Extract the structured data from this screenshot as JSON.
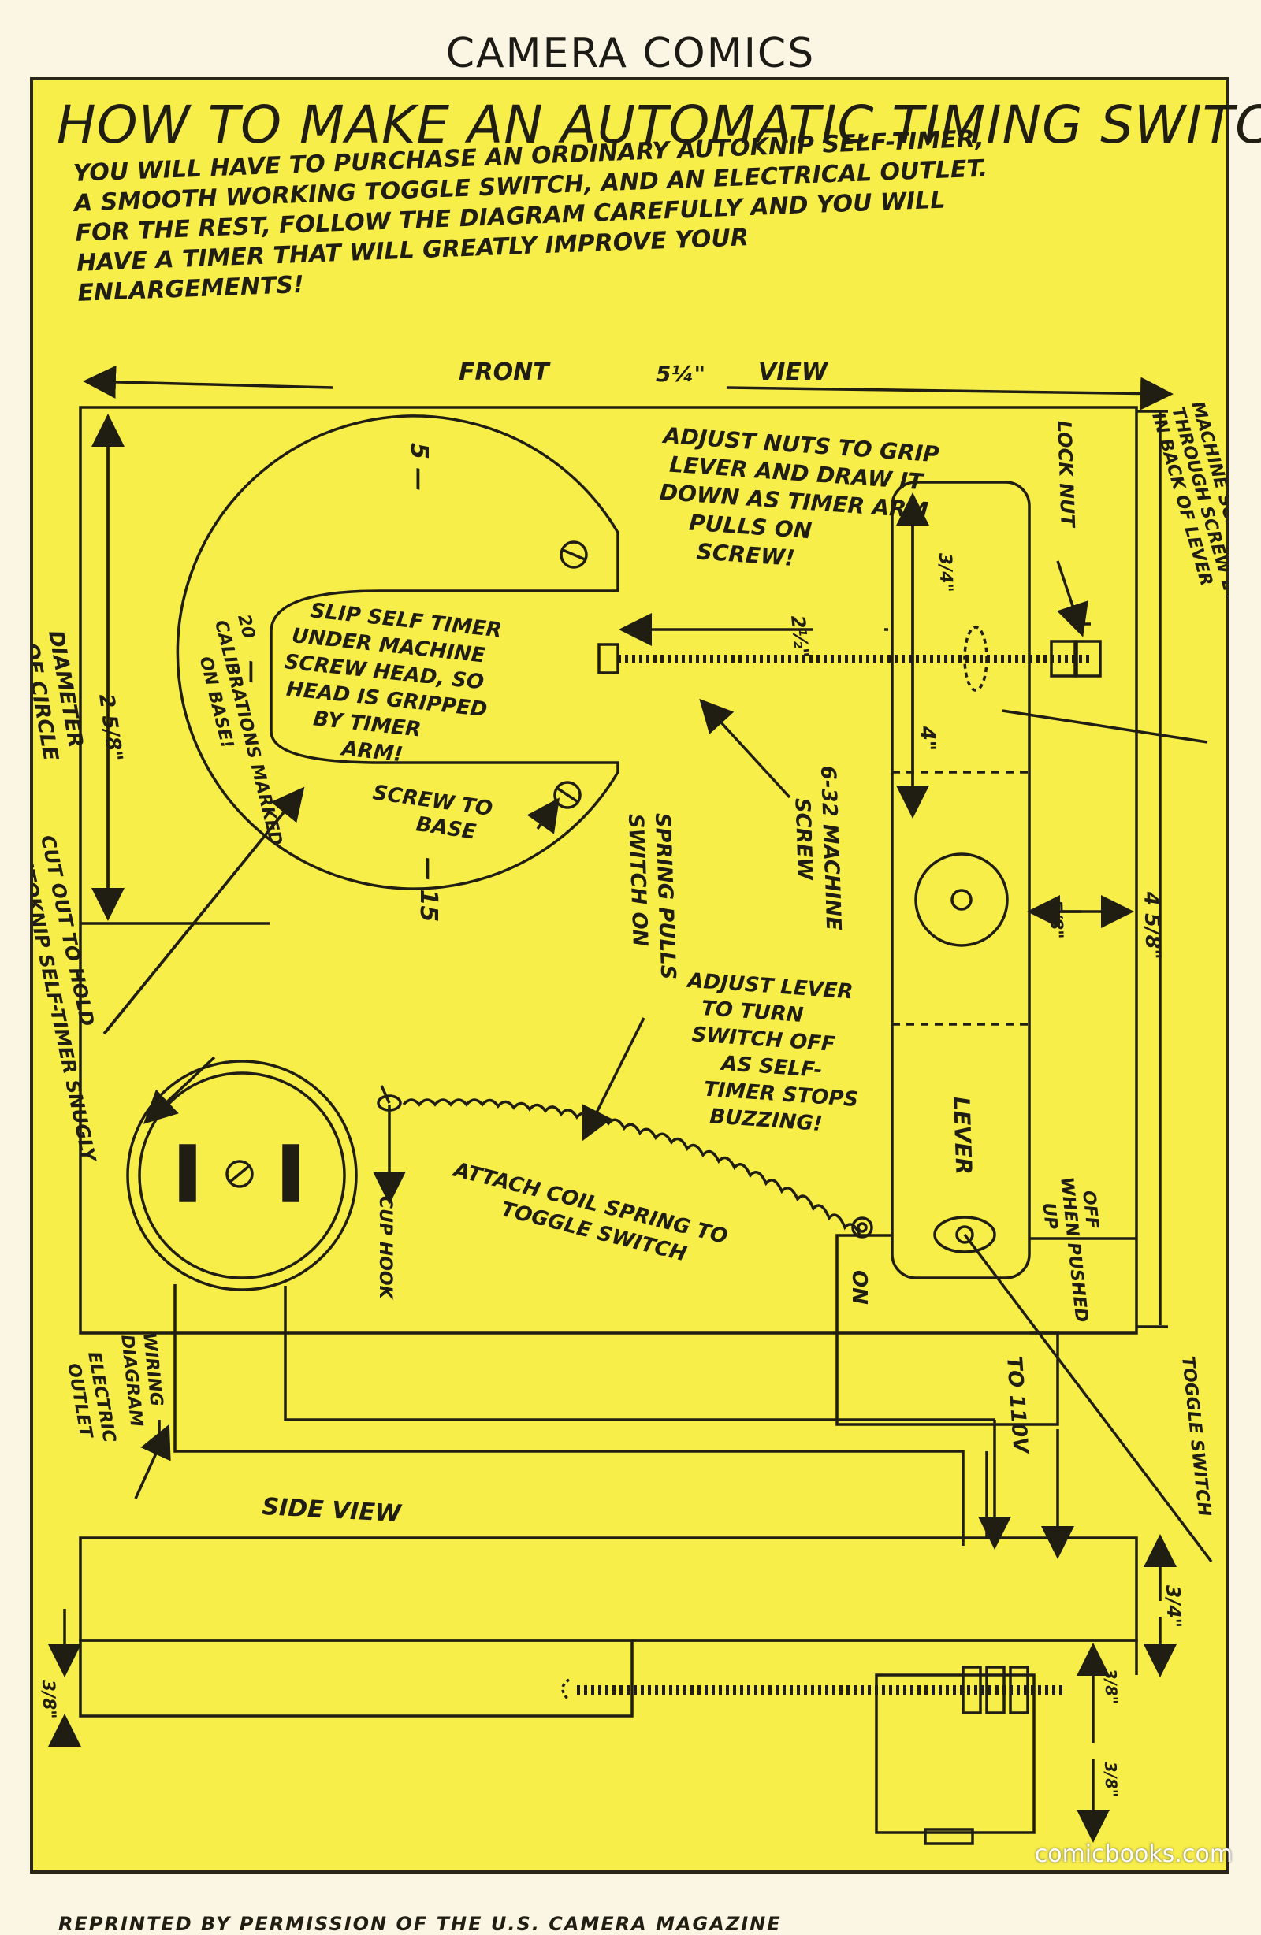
{
  "header": {
    "masthead": "CAMERA COMICS"
  },
  "article": {
    "title": "HOW TO MAKE AN AUTOMATIC TIMING SWITCH",
    "intro_lines": [
      "YOU WILL HAVE TO PURCHASE AN ORDINARY AUTOKNIP SELF-TIMER,",
      "A SMOOTH WORKING TOGGLE SWITCH, AND AN ELECTRICAL OUTLET.",
      "FOR THE REST, FOLLOW THE DIAGRAM CAREFULLY AND YOU WILL",
      "HAVE A TIMER THAT WILL GREATLY IMPROVE YOUR",
      "ENLARGEMENTS!"
    ]
  },
  "front_view": {
    "label_front": "FRONT",
    "label_view": "VIEW",
    "width_dim": "5¼\"",
    "height_dim": "4 5/8\"",
    "diameter_dim": "2 5/8\"",
    "diameter_label": [
      "DIAMETER",
      "OF CIRCLE"
    ],
    "cutout_label": [
      "CUT OUT TO HOLD",
      "AUTOKNIP SELF-TIMER SNUGLY"
    ],
    "calibrations_label": [
      "20",
      "CALIBRATIONS MARKED",
      "ON BASE!"
    ],
    "dial_marks": {
      "top": "5 —",
      "left": "—",
      "bottom": "— 15"
    },
    "slip_label": [
      "SLIP SELF TIMER",
      "UNDER MACHINE",
      "SCREW HEAD, SO",
      "HEAD IS GRIPPED",
      "BY TIMER",
      "ARM!"
    ],
    "screw_to_base": [
      "SCREW TO",
      "BASE"
    ],
    "spring_label": [
      "SPRING PULLS",
      "SWITCH ON"
    ],
    "machine_screw": [
      "6-32 MACHINE",
      "SCREW"
    ],
    "adjust_nuts": [
      "ADJUST NUTS TO GRIP",
      "LEVER AND DRAW IT",
      "DOWN AS TIMER ARM",
      "PULLS ON",
      "SCREW!"
    ],
    "lock_nut": "LOCK NUT",
    "eye_label": [
      "MACHINE SCREW PASSES",
      "THROUGH SCREW EYE",
      "IN BACK OF LEVER"
    ],
    "dim_two_half": "2½\"",
    "dim_three_quarter": "3/4\"",
    "dim_four": "4\"",
    "dim_five_eighths": "5/8\"",
    "adjust_lever": [
      "ADJUST LEVER",
      "TO TURN",
      "SWITCH OFF",
      "AS SELF-",
      "TIMER STOPS",
      "BUZZING!"
    ],
    "lever": "LEVER",
    "off_label": [
      "OFF",
      "WHEN PUSHED",
      "UP"
    ],
    "on_label": "ON",
    "cup_hook": "CUP HOOK",
    "attach_coil": [
      "ATTACH COIL SPRING TO",
      "TOGGLE SWITCH"
    ],
    "electric_outlet": [
      "ELECTRIC",
      "OUTLET"
    ],
    "wiring_diagram": [
      "WIRING",
      "DIAGRAM"
    ],
    "to_110v": "TO 110V",
    "toggle_switch": "TOGGLE SWITCH"
  },
  "side_view": {
    "label": "SIDE VIEW",
    "dim_three_quarter": "3/4\"",
    "dim_three_eighths": "3/8\"",
    "dim_small_a": "3/8\"",
    "dim_small_b": "3/8\""
  },
  "footer": {
    "credit": "REPRINTED BY PERMISSION OF THE U.S. CAMERA MAGAZINE",
    "watermark": "comicbooks.com"
  }
}
